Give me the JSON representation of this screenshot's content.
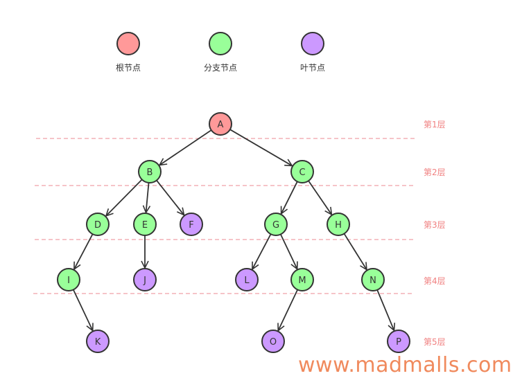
{
  "legend": [
    {
      "label": "根节点",
      "type": "root"
    },
    {
      "label": "分支节点",
      "type": "branch"
    },
    {
      "label": "叶节点",
      "type": "leaf"
    }
  ],
  "colors": {
    "root": "#ff9999",
    "branch": "#99ff99",
    "leaf": "#cc99ff",
    "stroke": "#333333",
    "divider": "#f0a0a8",
    "layer_text": "#f08080"
  },
  "layers": [
    "第1层",
    "第2层",
    "第3层",
    "第4层",
    "第5层"
  ],
  "nodes": [
    {
      "id": "A",
      "type": "root"
    },
    {
      "id": "B",
      "type": "branch"
    },
    {
      "id": "C",
      "type": "branch"
    },
    {
      "id": "D",
      "type": "branch"
    },
    {
      "id": "E",
      "type": "branch"
    },
    {
      "id": "F",
      "type": "leaf"
    },
    {
      "id": "G",
      "type": "branch"
    },
    {
      "id": "H",
      "type": "branch"
    },
    {
      "id": "I",
      "type": "branch"
    },
    {
      "id": "J",
      "type": "leaf"
    },
    {
      "id": "L",
      "type": "leaf"
    },
    {
      "id": "M",
      "type": "branch"
    },
    {
      "id": "N",
      "type": "branch"
    },
    {
      "id": "K",
      "type": "leaf"
    },
    {
      "id": "O",
      "type": "leaf"
    },
    {
      "id": "P",
      "type": "leaf"
    }
  ],
  "edges": [
    [
      "A",
      "B"
    ],
    [
      "A",
      "C"
    ],
    [
      "B",
      "D"
    ],
    [
      "B",
      "E"
    ],
    [
      "B",
      "F"
    ],
    [
      "C",
      "G"
    ],
    [
      "C",
      "H"
    ],
    [
      "D",
      "I"
    ],
    [
      "E",
      "J"
    ],
    [
      "G",
      "L"
    ],
    [
      "G",
      "M"
    ],
    [
      "H",
      "N"
    ],
    [
      "I",
      "K"
    ],
    [
      "M",
      "O"
    ],
    [
      "N",
      "P"
    ]
  ],
  "watermark": "www.madmalls.com"
}
